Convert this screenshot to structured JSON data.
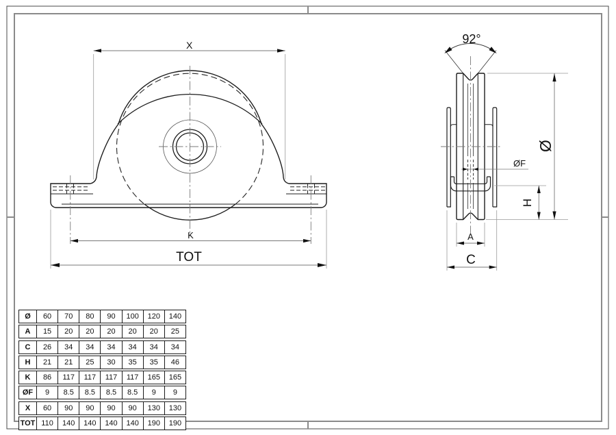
{
  "sheet": {
    "background": "#ffffff",
    "border_outer_color": "#4a4a4a",
    "border_inner_color": "#8a8a8a",
    "line_color": "#1c1c1c",
    "dim_color": "#8a8a8a"
  },
  "front_view": {
    "dim_x_label": "X",
    "dim_k_label": "K",
    "dim_tot_label": "TOT"
  },
  "side_view": {
    "angle_label": "92°",
    "dim_diameter_label": "Ø",
    "dim_bore_label": "ØF",
    "dim_h_label": "H",
    "dim_a_label": "A",
    "dim_c_label": "C"
  },
  "spec_table": {
    "rows": [
      {
        "label": "Ø",
        "values": [
          "60",
          "70",
          "80",
          "90",
          "100",
          "120",
          "140"
        ]
      },
      {
        "label": "A",
        "values": [
          "15",
          "20",
          "20",
          "20",
          "20",
          "20",
          "25"
        ]
      },
      {
        "label": "C",
        "values": [
          "26",
          "34",
          "34",
          "34",
          "34",
          "34",
          "34"
        ]
      },
      {
        "label": "H",
        "values": [
          "21",
          "21",
          "25",
          "30",
          "35",
          "35",
          "46"
        ]
      },
      {
        "label": "K",
        "values": [
          "86",
          "117",
          "117",
          "117",
          "117",
          "165",
          "165"
        ]
      },
      {
        "label": "ØF",
        "values": [
          "9",
          "8.5",
          "8.5",
          "8.5",
          "8.5",
          "9",
          "9"
        ]
      },
      {
        "label": "X",
        "values": [
          "60",
          "90",
          "90",
          "90",
          "90",
          "130",
          "130"
        ]
      },
      {
        "label": "TOT",
        "values": [
          "110",
          "140",
          "140",
          "140",
          "140",
          "190",
          "190"
        ]
      }
    ]
  }
}
